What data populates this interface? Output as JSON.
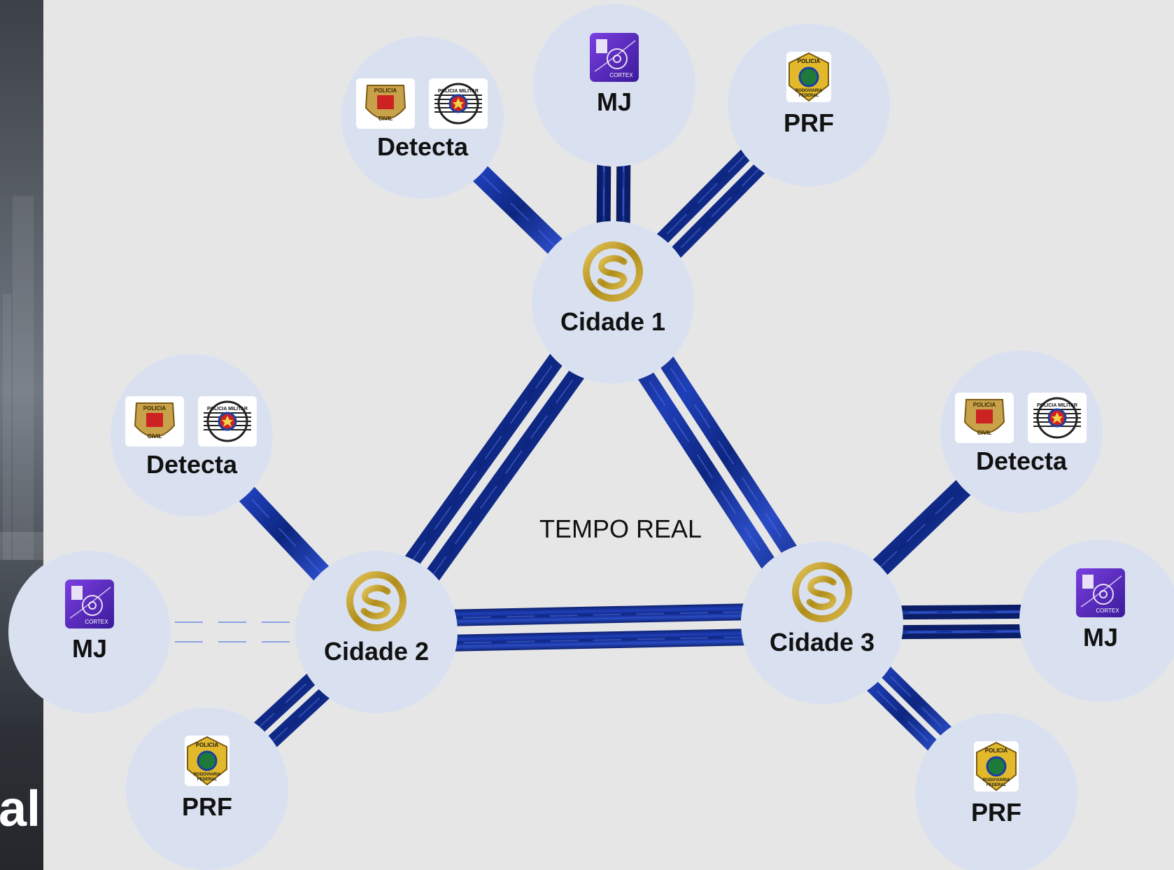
{
  "left_panel": {
    "text": "al"
  },
  "center_label": "TEMPO REAL",
  "colors": {
    "background": "#e6e6e6",
    "circle": "#d9e1f1",
    "link": "#0f2a8c",
    "link_dark": "#0a1d66",
    "hub_ring": "#b8971e"
  },
  "hubs": [
    {
      "id": "cidade-1",
      "label": "Cidade 1",
      "icon": "sim-logo-icon"
    },
    {
      "id": "cidade-2",
      "label": "Cidade 2",
      "icon": "sim-logo-icon"
    },
    {
      "id": "cidade-3",
      "label": "Cidade 3",
      "icon": "sim-logo-icon"
    }
  ],
  "satellites": [
    {
      "hub": "cidade-1",
      "label": "Detecta",
      "icons": [
        "policia-civil-badge-icon",
        "policia-militar-badge-icon"
      ]
    },
    {
      "hub": "cidade-1",
      "label": "MJ",
      "icons": [
        "cortex-app-icon"
      ]
    },
    {
      "hub": "cidade-1",
      "label": "PRF",
      "icons": [
        "prf-badge-icon"
      ]
    },
    {
      "hub": "cidade-2",
      "label": "Detecta",
      "icons": [
        "policia-civil-badge-icon",
        "policia-militar-badge-icon"
      ]
    },
    {
      "hub": "cidade-2",
      "label": "MJ",
      "icons": [
        "cortex-app-icon"
      ]
    },
    {
      "hub": "cidade-2",
      "label": "PRF",
      "icons": [
        "prf-badge-icon"
      ]
    },
    {
      "hub": "cidade-3",
      "label": "Detecta",
      "icons": [
        "policia-civil-badge-icon",
        "policia-militar-badge-icon"
      ]
    },
    {
      "hub": "cidade-3",
      "label": "MJ",
      "icons": [
        "cortex-app-icon"
      ]
    },
    {
      "hub": "cidade-3",
      "label": "PRF",
      "icons": [
        "prf-badge-icon"
      ]
    }
  ],
  "badge_text": {
    "policia": "POLICIA",
    "civil": "CIVIL",
    "policia_militar": "POLICIA MILITAR",
    "rodoviaria": "RODOVIARIA",
    "federal": "FEDERAL",
    "cortex": "CORTEX"
  },
  "links": [
    {
      "from": "cidade-1",
      "to": "cidade-2",
      "style": "double"
    },
    {
      "from": "cidade-1",
      "to": "cidade-3",
      "style": "double"
    },
    {
      "from": "cidade-2",
      "to": "cidade-3",
      "style": "double"
    }
  ]
}
